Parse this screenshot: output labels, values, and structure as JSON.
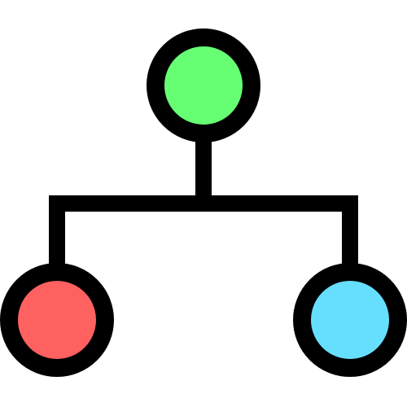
{
  "icon": {
    "name": "hierarchy-icon",
    "stroke_color": "#000000",
    "nodes": {
      "top": {
        "name": "top-node",
        "fill": "#66FF73"
      },
      "left": {
        "name": "left-child-node",
        "fill": "#FF6060"
      },
      "right": {
        "name": "right-child-node",
        "fill": "#66DFFF"
      }
    }
  }
}
